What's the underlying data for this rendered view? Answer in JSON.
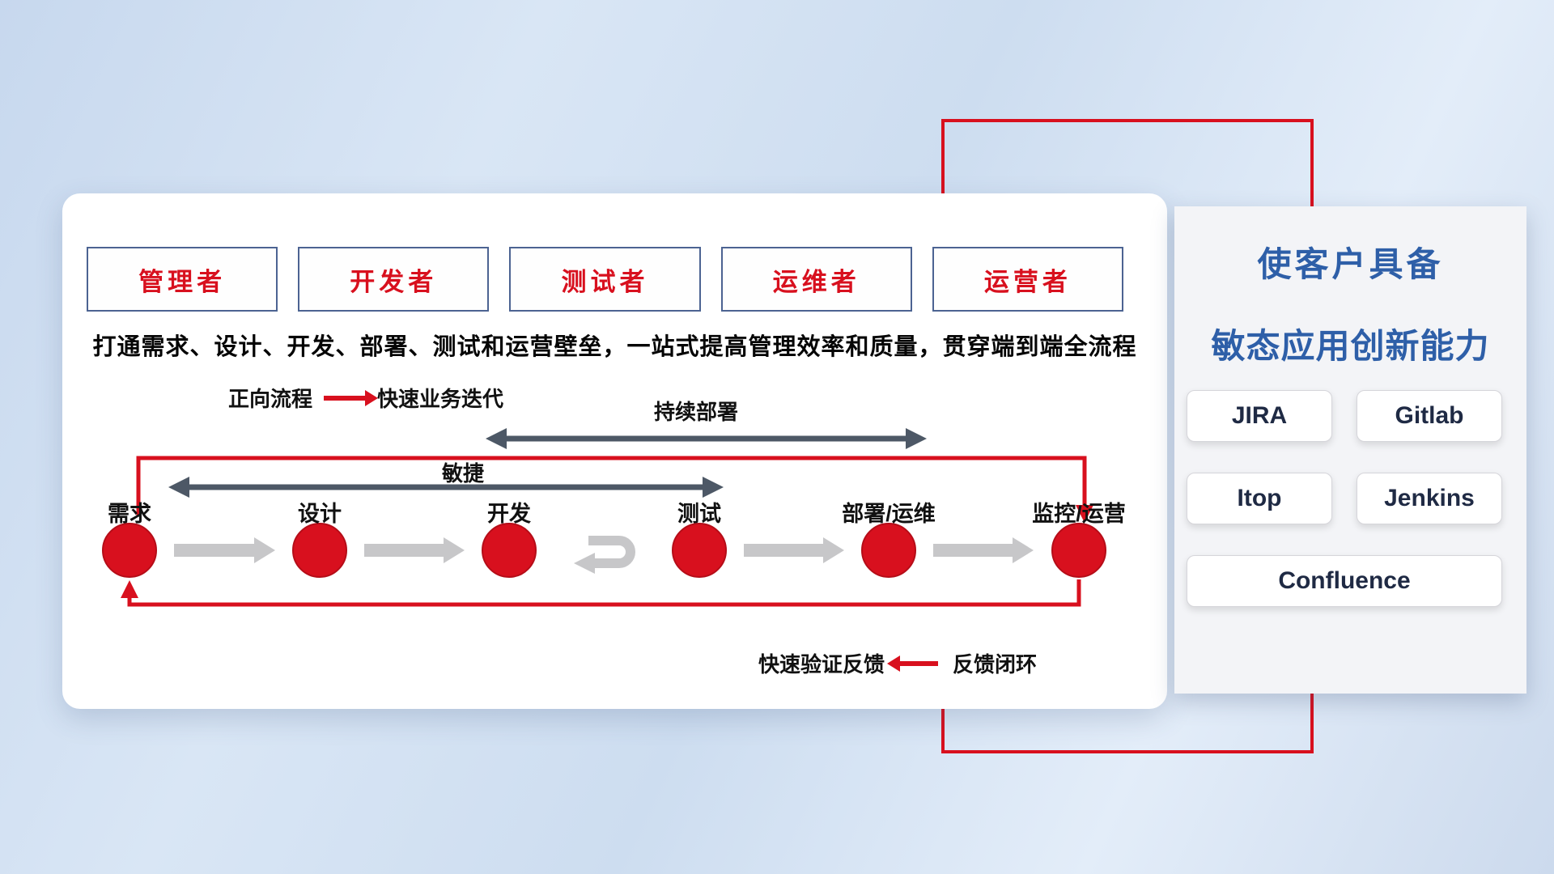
{
  "roles": [
    "管理者",
    "开发者",
    "测试者",
    "运维者",
    "运营者"
  ],
  "description": "打通需求、设计、开发、部署、测试和运营壁垒，一站式提高管理效率和质量，贯穿端到端全流程",
  "legend": {
    "forward_label": "正向流程",
    "forward_desc": "快速业务迭代"
  },
  "span_arrows": {
    "continuous_deploy": "持续部署",
    "agile": "敏捷"
  },
  "flow_nodes": [
    "需求",
    "设计",
    "开发",
    "测试",
    "部署/运维",
    "监控/运营"
  ],
  "feedback": {
    "fast_label": "快速验证反馈",
    "loop_label": "反馈闭环"
  },
  "right_panel": {
    "title_line1": "使客户具备",
    "title_line2": "敏态应用创新能力",
    "tools": [
      "JIRA",
      "Gitlab",
      "Itop",
      "Jenkins",
      "Confluence"
    ]
  },
  "colors": {
    "accent_red": "#d8101e",
    "title_blue": "#2e5fa8",
    "dark_arrow": "#4d5866",
    "light_arrow": "#c7c7c9",
    "role_border_blue": "#4c6392"
  }
}
